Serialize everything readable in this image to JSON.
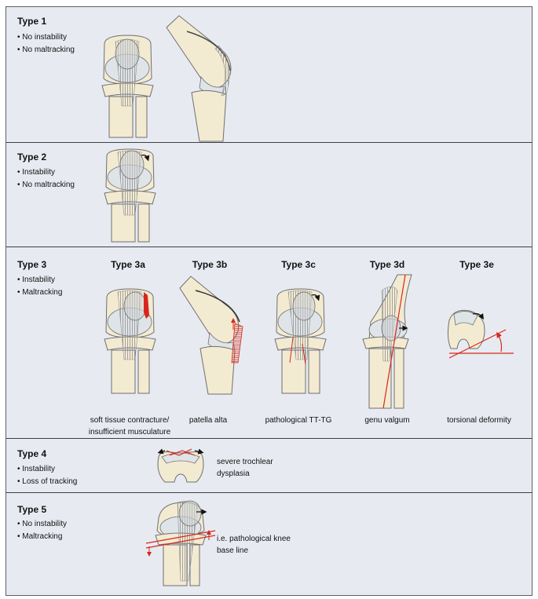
{
  "colors": {
    "bone": "#f3ead2",
    "cartilage": "#dfe4e8",
    "outline": "#6f6f6f",
    "tendon": "#9a9a9a",
    "accent": "#d8261c",
    "panel": "#e7ebf1"
  },
  "sections": [
    {
      "title": "Type 1",
      "bullets": [
        "No instability",
        "No maltracking"
      ]
    },
    {
      "title": "Type 2",
      "bullets": [
        "Instability",
        "No maltracking"
      ]
    },
    {
      "title": "Type 3",
      "bullets": [
        "Instability",
        "Maltracking"
      ],
      "subtypes": [
        {
          "title": "Type 3a",
          "caption_lines": [
            "soft tissue contracture/",
            "insufficient musculature"
          ]
        },
        {
          "title": "Type 3b",
          "caption_lines": [
            "patella alta"
          ]
        },
        {
          "title": "Type 3c",
          "caption_lines": [
            "pathological TT-TG"
          ]
        },
        {
          "title": "Type 3d",
          "caption_lines": [
            "genu valgum"
          ]
        },
        {
          "title": "Type 3e",
          "caption_lines": [
            "torsional deformity"
          ]
        }
      ]
    },
    {
      "title": "Type 4",
      "bullets": [
        "Instability",
        "Loss of tracking"
      ],
      "note_lines": [
        "severe trochlear",
        "dysplasia"
      ]
    },
    {
      "title": "Type 5",
      "bullets": [
        "No instability",
        "Maltracking"
      ],
      "note_lines": [
        "i.e. pathological knee",
        "base line"
      ]
    }
  ]
}
